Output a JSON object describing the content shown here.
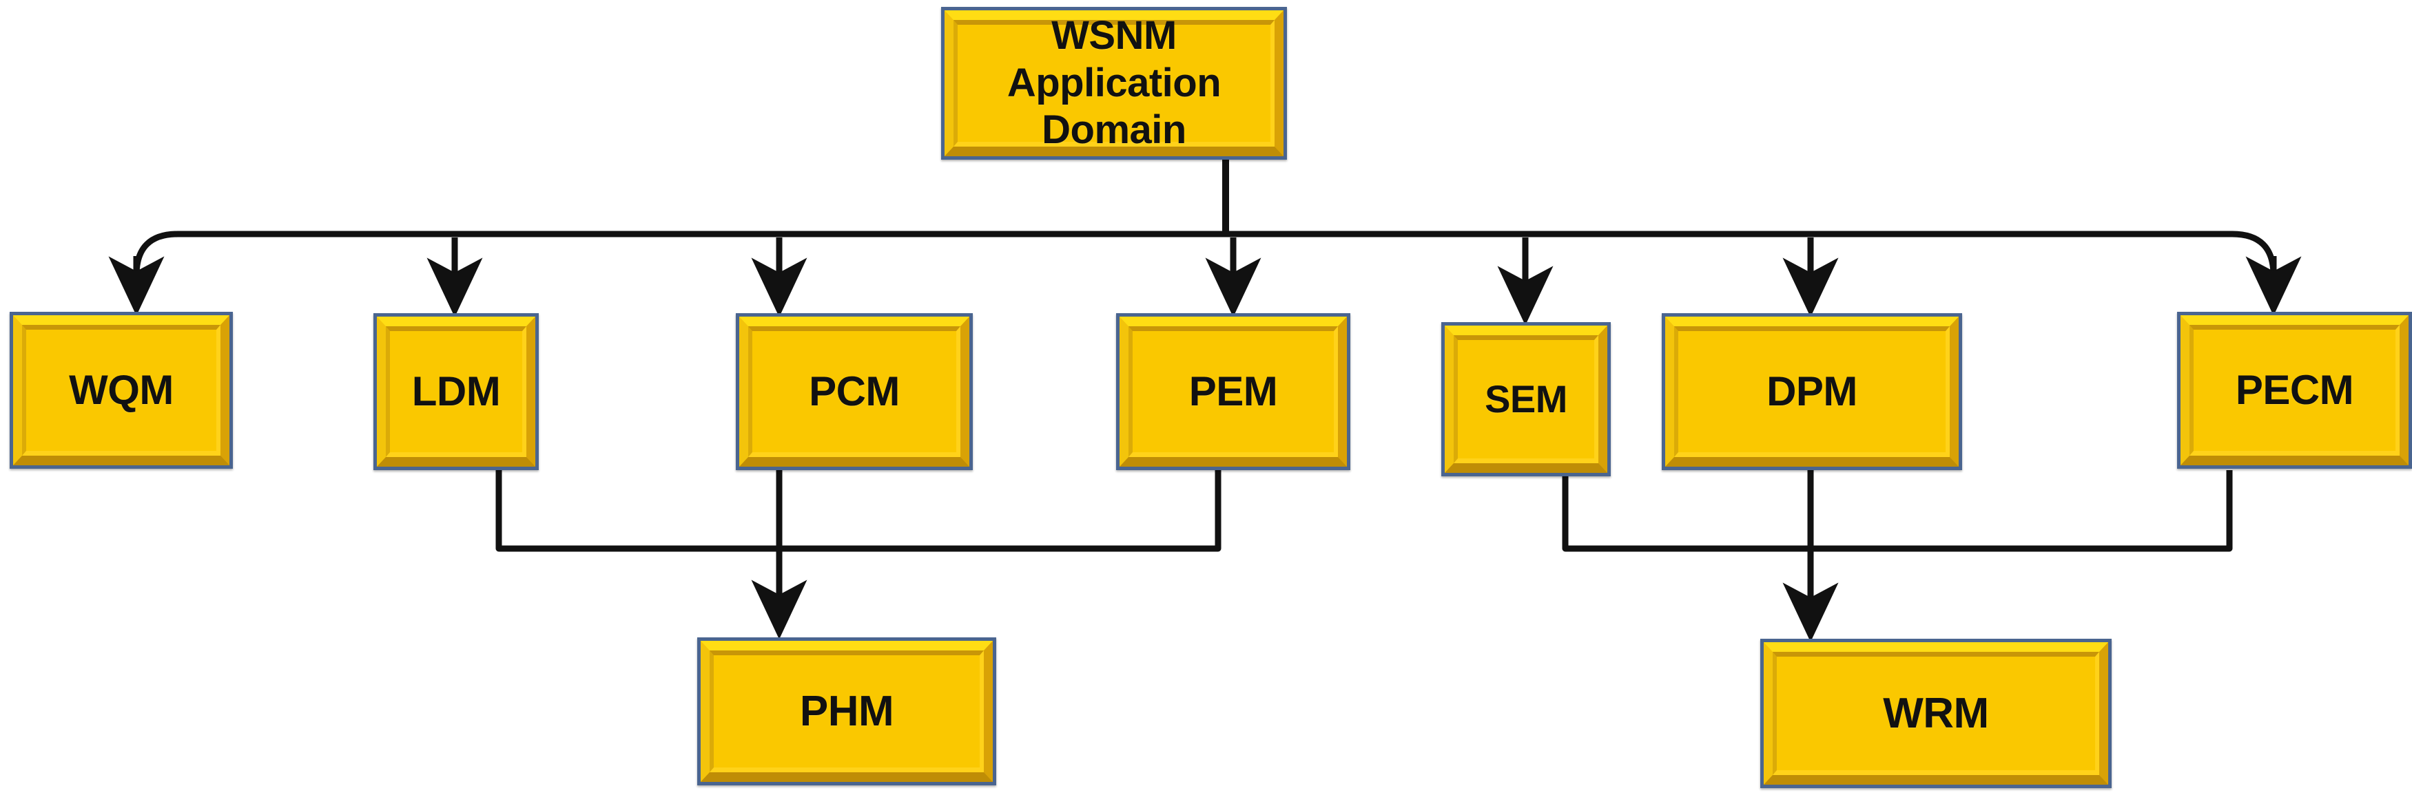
{
  "diagram": {
    "title": "WSNM Application Domain",
    "type": "hierarchy-tree",
    "background_color": "#ffffff",
    "node_fill_color": "#fac800",
    "node_border_color": "#4a6590",
    "connector_color": "#111111",
    "text_color": "#111111"
  },
  "root": {
    "id": "wsnm-application-domain",
    "label": "WSNM Application\nDomain"
  },
  "level2": [
    {
      "id": "wqm",
      "label": "WQM",
      "full_name_abbrev": "WQM"
    },
    {
      "id": "ldm",
      "label": "LDM",
      "full_name_abbrev": "LDM"
    },
    {
      "id": "pcm",
      "label": "PCM",
      "full_name_abbrev": "PCM"
    },
    {
      "id": "pem",
      "label": "PEM",
      "full_name_abbrev": "PEM"
    },
    {
      "id": "sem",
      "label": "SEM",
      "full_name_abbrev": "SEM"
    },
    {
      "id": "dpm",
      "label": "DPM",
      "full_name_abbrev": "DPM"
    },
    {
      "id": "pecm",
      "label": "PECM",
      "full_name_abbrev": "PECM"
    }
  ],
  "level3": [
    {
      "id": "phm",
      "label": "PHM"
    },
    {
      "id": "wrm",
      "label": "WRM"
    }
  ],
  "edges": [
    {
      "from": "wsnm-application-domain",
      "to": "wqm",
      "style": "orthogonal-bus",
      "arrow": true
    },
    {
      "from": "wsnm-application-domain",
      "to": "ldm",
      "style": "orthogonal-bus",
      "arrow": true
    },
    {
      "from": "wsnm-application-domain",
      "to": "pcm",
      "style": "orthogonal-bus",
      "arrow": true
    },
    {
      "from": "wsnm-application-domain",
      "to": "pem",
      "style": "orthogonal-bus",
      "arrow": true
    },
    {
      "from": "wsnm-application-domain",
      "to": "sem",
      "style": "orthogonal-bus",
      "arrow": true
    },
    {
      "from": "wsnm-application-domain",
      "to": "dpm",
      "style": "orthogonal-bus",
      "arrow": true
    },
    {
      "from": "wsnm-application-domain",
      "to": "pecm",
      "style": "orthogonal-bus",
      "arrow": true
    },
    {
      "from": "ldm",
      "to": "phm",
      "style": "orthogonal-merge",
      "arrow": false
    },
    {
      "from": "pcm",
      "to": "phm",
      "style": "straight",
      "arrow": true
    },
    {
      "from": "pem",
      "to": "phm",
      "style": "orthogonal-merge",
      "arrow": false
    },
    {
      "from": "sem",
      "to": "wrm",
      "style": "orthogonal-merge",
      "arrow": false
    },
    {
      "from": "dpm",
      "to": "wrm",
      "style": "straight",
      "arrow": true
    },
    {
      "from": "pecm",
      "to": "wrm",
      "style": "orthogonal-merge",
      "arrow": false
    }
  ]
}
